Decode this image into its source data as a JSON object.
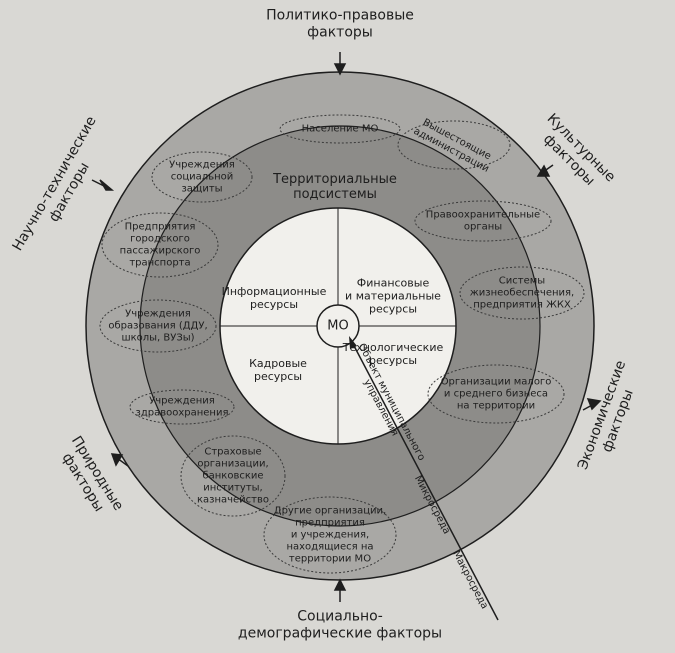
{
  "outer_factors": {
    "top": [
      "Политико-правовые",
      "факторы"
    ],
    "bottom": [
      "Социально-",
      "демографические факторы"
    ],
    "left_upper": [
      "Научно-технические",
      "факторы"
    ],
    "right_upper": [
      "Культурные",
      "факторы"
    ],
    "left_lower": [
      "Природные",
      "факторы"
    ],
    "right_lower": [
      "Экономические",
      "факторы"
    ]
  },
  "middle_ring": {
    "title": [
      "Территориальные",
      "подсистемы"
    ],
    "items": [
      [
        "Население МО"
      ],
      [
        "Вышестоящие",
        "администрации"
      ],
      [
        "Учреждения",
        "социальной",
        "защиты"
      ],
      [
        "Правоохранительные",
        "органы"
      ],
      [
        "Предприятия",
        "городского",
        "пассажирского",
        "транспорта"
      ],
      [
        "Системы",
        "жизнеобеспечения,",
        "предприятия ЖКХ"
      ],
      [
        "Учреждения",
        "образования (ДДУ,",
        "школы, ВУЗы)"
      ],
      [
        "Учреждения",
        "здравоохранения"
      ],
      [
        "Организации малого",
        "и среднего бизнеса",
        "на территории"
      ],
      [
        "Страховые",
        "организации,",
        "банковские",
        "институты,",
        "казначейство"
      ],
      [
        "Другие организации,",
        "предприятия",
        "и учреждения,",
        "находящиеся на",
        "территории МО"
      ]
    ]
  },
  "inner_circle": {
    "center": "МО",
    "quadrants": [
      [
        "Информационные",
        "ресурсы"
      ],
      [
        "Финансовые",
        "и материальные",
        "ресурсы"
      ],
      [
        "Кадровые",
        "ресурсы"
      ],
      [
        "Технологические",
        "ресурсы"
      ]
    ]
  },
  "arrow_labels": {
    "object": [
      "Объект муниципального",
      "управления"
    ],
    "micro": "Микросреда",
    "macro": "Макросреда"
  },
  "colors": {
    "background": "#d9d8d4",
    "outer_ring": "#a9a8a5",
    "middle_ring": "#8d8c89",
    "inner_circle": "#f1f0ec",
    "ink": "#1e1e1e"
  }
}
